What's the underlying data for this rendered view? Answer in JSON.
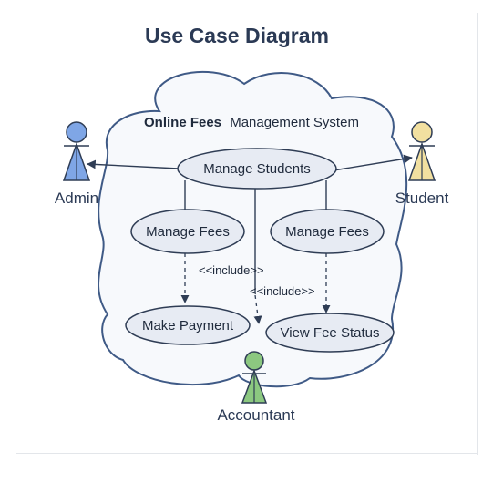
{
  "title": "Use Case Diagram",
  "system": {
    "name_bold": "Online Fees",
    "name_rest": "Management System"
  },
  "actors": {
    "admin": {
      "label": "Admin",
      "color": "#7fa6e6"
    },
    "student": {
      "label": "Student",
      "color": "#f2e0a0"
    },
    "accountant": {
      "label": "Accountant",
      "color": "#8cc880"
    }
  },
  "use_cases": {
    "manage_students": "Manage Students",
    "manage_fees_left": "Manage Fees",
    "manage_fees_right": "Manage Fees",
    "make_payment": "Make Payment",
    "view_fee_status": "View Fee Status"
  },
  "relations": {
    "include_left": "<<include>>",
    "include_right": "<<include>>"
  },
  "colors": {
    "title": "#2b3a55",
    "boundary_stroke": "#3f5a86",
    "boundary_fill": "#f7f9fc",
    "usecase_fill": "#e7ebf3",
    "usecase_stroke": "#2f3d55",
    "line": "#2f3d55"
  }
}
